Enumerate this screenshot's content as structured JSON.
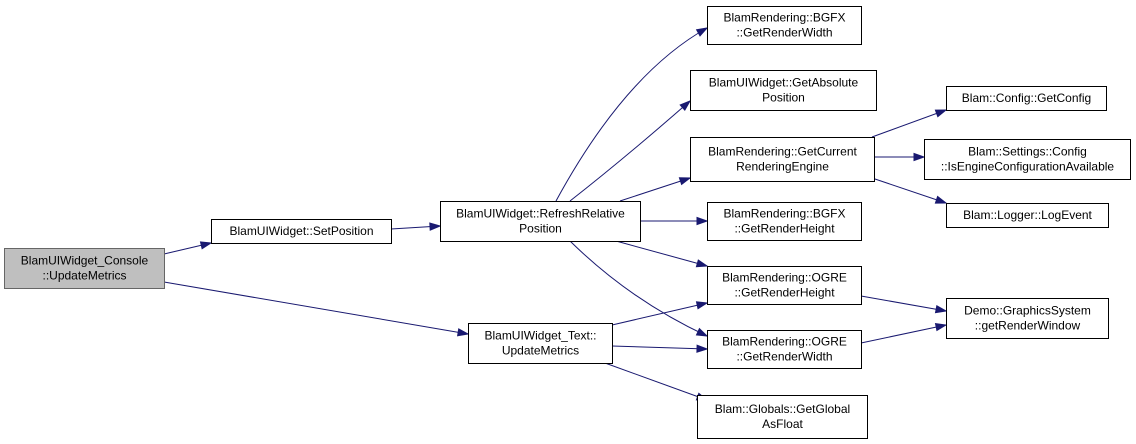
{
  "graph": {
    "colors": {
      "edge": "#191970",
      "root_fill": "#bfbfbf",
      "node_fill": "#ffffff"
    },
    "nodes": [
      {
        "id": "n0",
        "name": "node-update-metrics-console",
        "lines": [
          "BlamUIWidget_Console",
          "::UpdateMetrics"
        ],
        "root": true
      },
      {
        "id": "n1",
        "name": "node-set-position",
        "lines": [
          "BlamUIWidget::SetPosition"
        ]
      },
      {
        "id": "n2",
        "name": "node-refresh-relative-position",
        "lines": [
          "BlamUIWidget::RefreshRelative",
          "Position"
        ]
      },
      {
        "id": "n3",
        "name": "node-text-update-metrics",
        "lines": [
          "BlamUIWidget_Text::",
          "UpdateMetrics"
        ]
      },
      {
        "id": "n4",
        "name": "node-bgfx-get-render-width",
        "lines": [
          "BlamRendering::BGFX",
          "::GetRenderWidth"
        ]
      },
      {
        "id": "n5",
        "name": "node-get-absolute-position",
        "lines": [
          "BlamUIWidget::GetAbsolute",
          "Position"
        ]
      },
      {
        "id": "n6",
        "name": "node-get-current-rendering-engine",
        "lines": [
          "BlamRendering::GetCurrent",
          "RenderingEngine"
        ]
      },
      {
        "id": "n7",
        "name": "node-bgfx-get-render-height",
        "lines": [
          "BlamRendering::BGFX",
          "::GetRenderHeight"
        ]
      },
      {
        "id": "n8",
        "name": "node-ogre-get-render-height",
        "lines": [
          "BlamRendering::OGRE",
          "::GetRenderHeight"
        ]
      },
      {
        "id": "n9",
        "name": "node-ogre-get-render-width",
        "lines": [
          "BlamRendering::OGRE",
          "::GetRenderWidth"
        ]
      },
      {
        "id": "n10",
        "name": "node-globals-get-global-as-float",
        "lines": [
          "Blam::Globals::GetGlobal",
          "AsFloat"
        ]
      },
      {
        "id": "n11",
        "name": "node-config-get-config",
        "lines": [
          "Blam::Config::GetConfig"
        ]
      },
      {
        "id": "n12",
        "name": "node-settings-config-is-engine-configuration-available",
        "lines": [
          "Blam::Settings::Config",
          "::IsEngineConfigurationAvailable"
        ]
      },
      {
        "id": "n13",
        "name": "node-logger-log-event",
        "lines": [
          "Blam::Logger::LogEvent"
        ]
      },
      {
        "id": "n14",
        "name": "node-graphics-system-get-render-window",
        "lines": [
          "Demo::GraphicsSystem",
          "::getRenderWindow"
        ]
      }
    ],
    "edges": [
      {
        "from": "n0",
        "to": "n1"
      },
      {
        "from": "n0",
        "to": "n3"
      },
      {
        "from": "n1",
        "to": "n2"
      },
      {
        "from": "n2",
        "to": "n4"
      },
      {
        "from": "n2",
        "to": "n5"
      },
      {
        "from": "n2",
        "to": "n6"
      },
      {
        "from": "n2",
        "to": "n7"
      },
      {
        "from": "n2",
        "to": "n8"
      },
      {
        "from": "n2",
        "to": "n9"
      },
      {
        "from": "n6",
        "to": "n11"
      },
      {
        "from": "n6",
        "to": "n12"
      },
      {
        "from": "n6",
        "to": "n13"
      },
      {
        "from": "n3",
        "to": "n8"
      },
      {
        "from": "n3",
        "to": "n9"
      },
      {
        "from": "n3",
        "to": "n10"
      },
      {
        "from": "n8",
        "to": "n14"
      },
      {
        "from": "n9",
        "to": "n14"
      }
    ]
  }
}
